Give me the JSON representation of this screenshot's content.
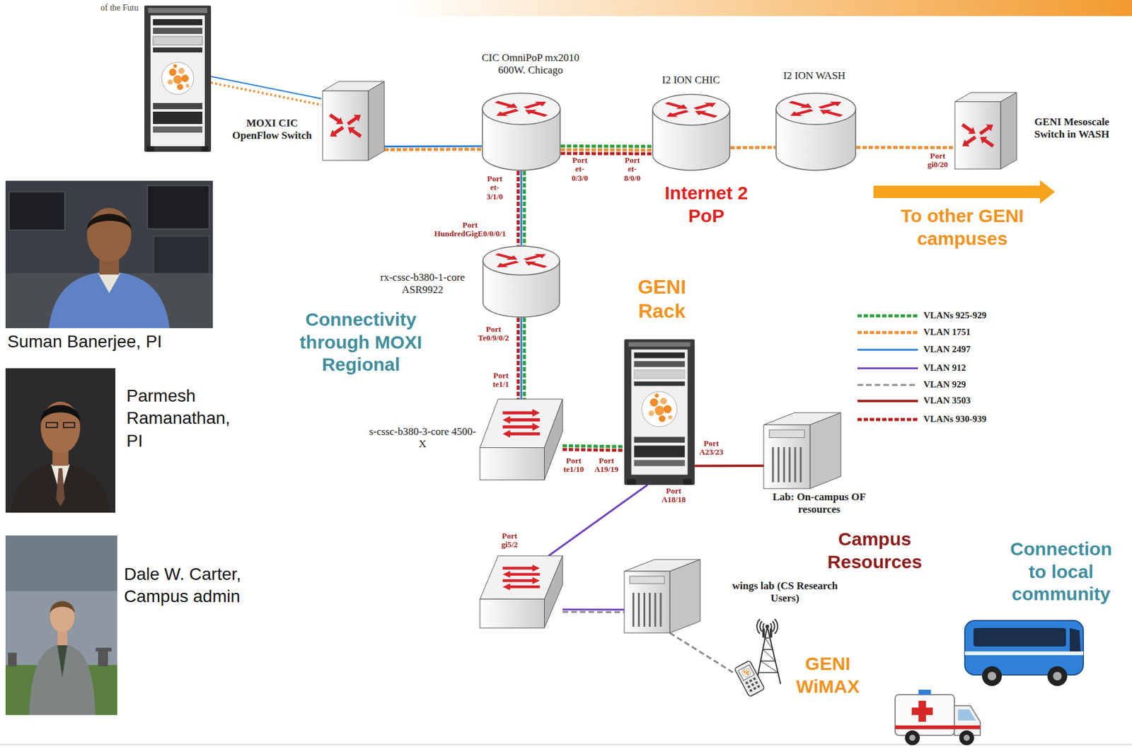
{
  "diagram": {
    "nodes": [
      {
        "text": [
          "MOXI CIC OpenFlow Switch"
        ]
      },
      {
        "text": [
          "CIC OmniPoP mx2010 600W. Chicago"
        ]
      },
      {
        "text": [
          "I2 ION CHIC"
        ]
      },
      {
        "text": [
          "I2 ION WASH"
        ]
      },
      {
        "text": [
          "GENI Mesoscale Switch in WASH"
        ]
      },
      {
        "text": [
          "rx-cssc-b380-1-core ASR9922"
        ]
      },
      {
        "text": [
          "s-cssc-b380-3-core 4500-X"
        ]
      },
      {
        "text": [
          "GENI Rack"
        ]
      },
      {
        "text": [
          "Lab: On-campus OF resources"
        ]
      },
      {
        "text": [
          "Port gi5/2"
        ]
      },
      {
        "text": [
          "wings lab (CS Research Users)"
        ]
      },
      {
        "text": [
          "GENI WiMAX"
        ]
      }
    ],
    "edges": [
      {
        "from": 0,
        "to": 1,
        "arrow": "none"
      },
      {
        "from": 1,
        "to": 2,
        "arrow": "none"
      },
      {
        "from": 2,
        "to": 3,
        "arrow": "none"
      },
      {
        "from": 3,
        "to": 4,
        "arrow": "none"
      },
      {
        "from": 1,
        "to": 5,
        "arrow": "none"
      },
      {
        "from": 5,
        "to": 6,
        "arrow": "none"
      },
      {
        "from": 6,
        "to": 7,
        "arrow": "none"
      },
      {
        "from": 7,
        "to": 8,
        "arrow": "none"
      },
      {
        "from": 7,
        "to": 9,
        "arrow": "none"
      },
      {
        "from": 9,
        "to": 10,
        "arrow": "none"
      },
      {
        "from": 10,
        "to": 11,
        "arrow": "none"
      }
    ],
    "labels": [
      "of the Futu",
      "Port et-3/1/0",
      "Port et-0/3/0",
      "Port et-8/0/0",
      "Port gi0/20",
      "Port HundredGigE0/0/0/1",
      "Port Te0/9/0/2",
      "Port te1/1",
      "Port te1/10",
      "Port A19/19",
      "Port A23/23",
      "Port A18/18",
      "Internet 2 PoP",
      "To other GENI campuses",
      "Connectivity through MOXI Regional",
      "Campus Resources",
      "Connection to local community",
      "Suman Banerjee, PI",
      "Parmesh Ramanathan, PI",
      "Dale W. Carter, Campus admin"
    ],
    "legend": [
      {
        "text": "VLANs 925-929"
      },
      {
        "text": "VLAN 1751"
      },
      {
        "text": "VLAN 2497"
      },
      {
        "text": "VLAN 912"
      },
      {
        "text": "VLAN 929"
      },
      {
        "text": "VLAN 3503"
      },
      {
        "text": "VLANs 930-939"
      }
    ]
  }
}
